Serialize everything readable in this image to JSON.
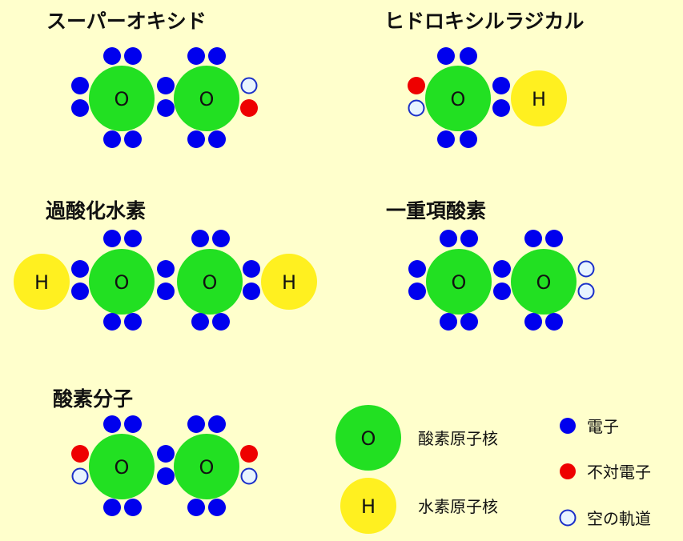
{
  "colors": {
    "background": "#FFFFCC",
    "oxygen_nucleus": "#22E022",
    "hydrogen_nucleus": "#FFF020",
    "electron": "#0000EE",
    "unpaired_electron": "#EE0000",
    "empty_orbital_fill": "#E8F4FF",
    "empty_orbital_stroke": "#1A2FC8"
  },
  "atom_labels": {
    "oxygen": "O",
    "hydrogen": "H"
  },
  "molecules": {
    "superoxide": {
      "title": "スーパーオキシド"
    },
    "hydroxyl_radical": {
      "title": "ヒドロキシルラジカル"
    },
    "hydrogen_peroxide": {
      "title": "過酸化水素"
    },
    "singlet_oxygen": {
      "title": "一重項酸素"
    },
    "oxygen_molecule": {
      "title": "酸素分子"
    }
  },
  "legend": {
    "oxygen_nucleus": "酸素原子核",
    "hydrogen_nucleus": "水素原子核",
    "electron": "電子",
    "unpaired_electron": "不対電子",
    "empty_orbital": "空の軌道"
  }
}
